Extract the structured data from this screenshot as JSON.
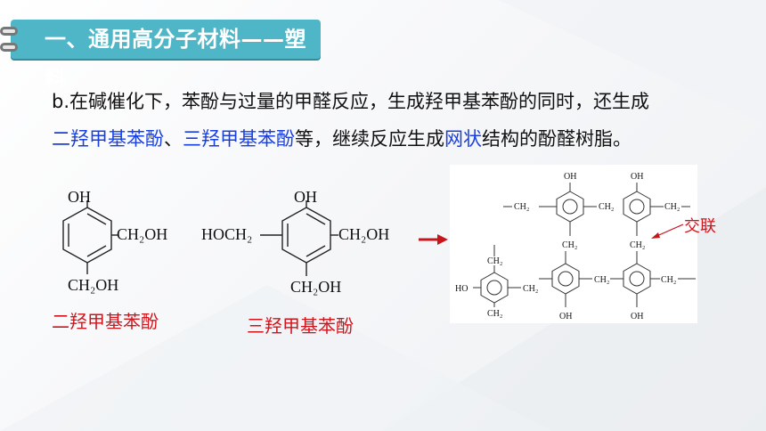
{
  "title": "一、通用高分子材料——塑料",
  "paragraph": {
    "line1": "b.在碱催化下，苯酚与过量的甲醛反应，生成羟甲基苯酚的同时，还生成",
    "line2_part1": "二羟甲基苯酚",
    "line2_sep": "、",
    "line2_part2": "三羟甲基苯酚",
    "line2_part3": "等，继续反应生成",
    "line2_part4": "网状",
    "line2_part5": "结构的酚醛树脂。"
  },
  "structures": {
    "di": {
      "oh": "OH",
      "ch2oh_right": "CH₂OH",
      "ch2oh_bottom": "CH₂OH",
      "label": "二羟甲基苯酚"
    },
    "tri": {
      "oh": "OH",
      "hoch2_left": "HOCH₂",
      "ch2oh_right": "CH₂OH",
      "ch2oh_bottom": "CH₂OH",
      "label": "三羟甲基苯酚"
    }
  },
  "network": {
    "oh": "OH",
    "ho": "HO",
    "ch2": "CH₂",
    "crosslink_label": "交联"
  },
  "colors": {
    "title_bg": "#4eb6c7",
    "highlight_blue": "#1a3fe0",
    "label_red": "#d0141b"
  }
}
